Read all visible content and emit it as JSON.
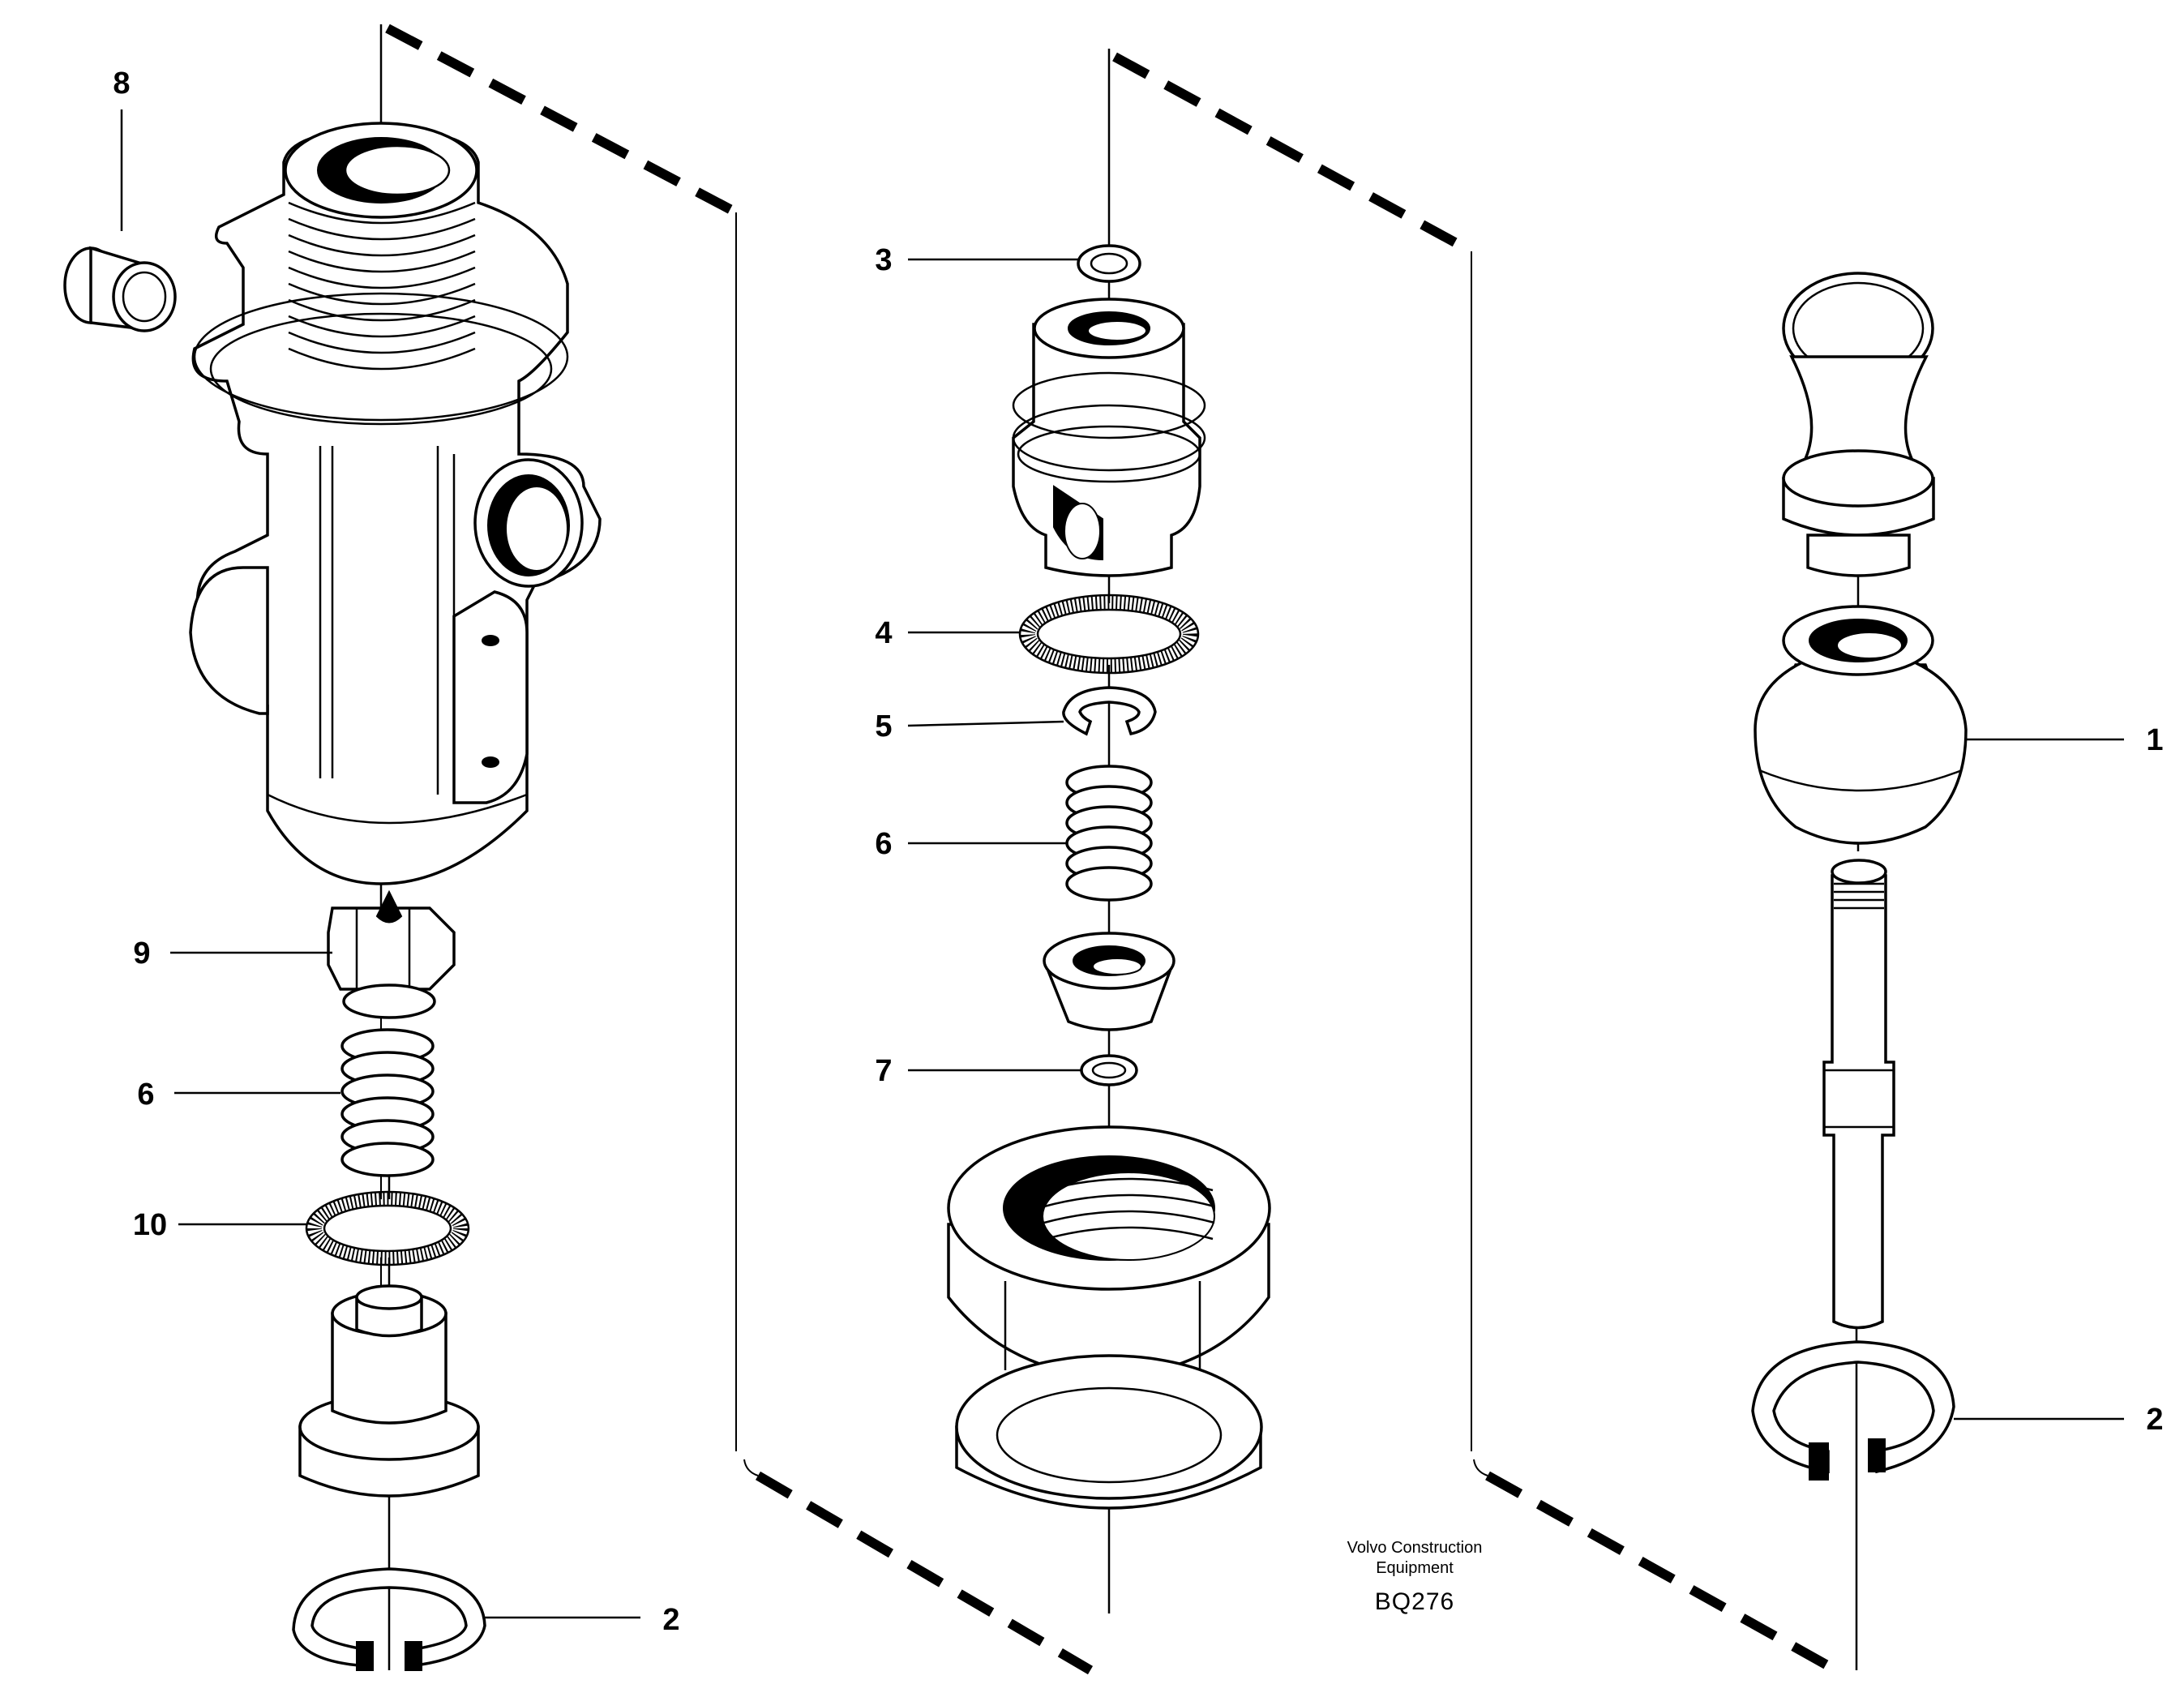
{
  "callouts": [
    {
      "id": "c8",
      "label": "8"
    },
    {
      "id": "c9",
      "label": "9"
    },
    {
      "id": "c6a",
      "label": "6"
    },
    {
      "id": "c10",
      "label": "10"
    },
    {
      "id": "c2a",
      "label": "2"
    },
    {
      "id": "c3",
      "label": "3"
    },
    {
      "id": "c4",
      "label": "4"
    },
    {
      "id": "c5",
      "label": "5"
    },
    {
      "id": "c6b",
      "label": "6"
    },
    {
      "id": "c7",
      "label": "7"
    },
    {
      "id": "c1",
      "label": "1"
    },
    {
      "id": "c2b",
      "label": "2"
    }
  ],
  "caption": {
    "line1": "Volvo Construction",
    "line2": "Equipment",
    "code": "BQ276"
  }
}
